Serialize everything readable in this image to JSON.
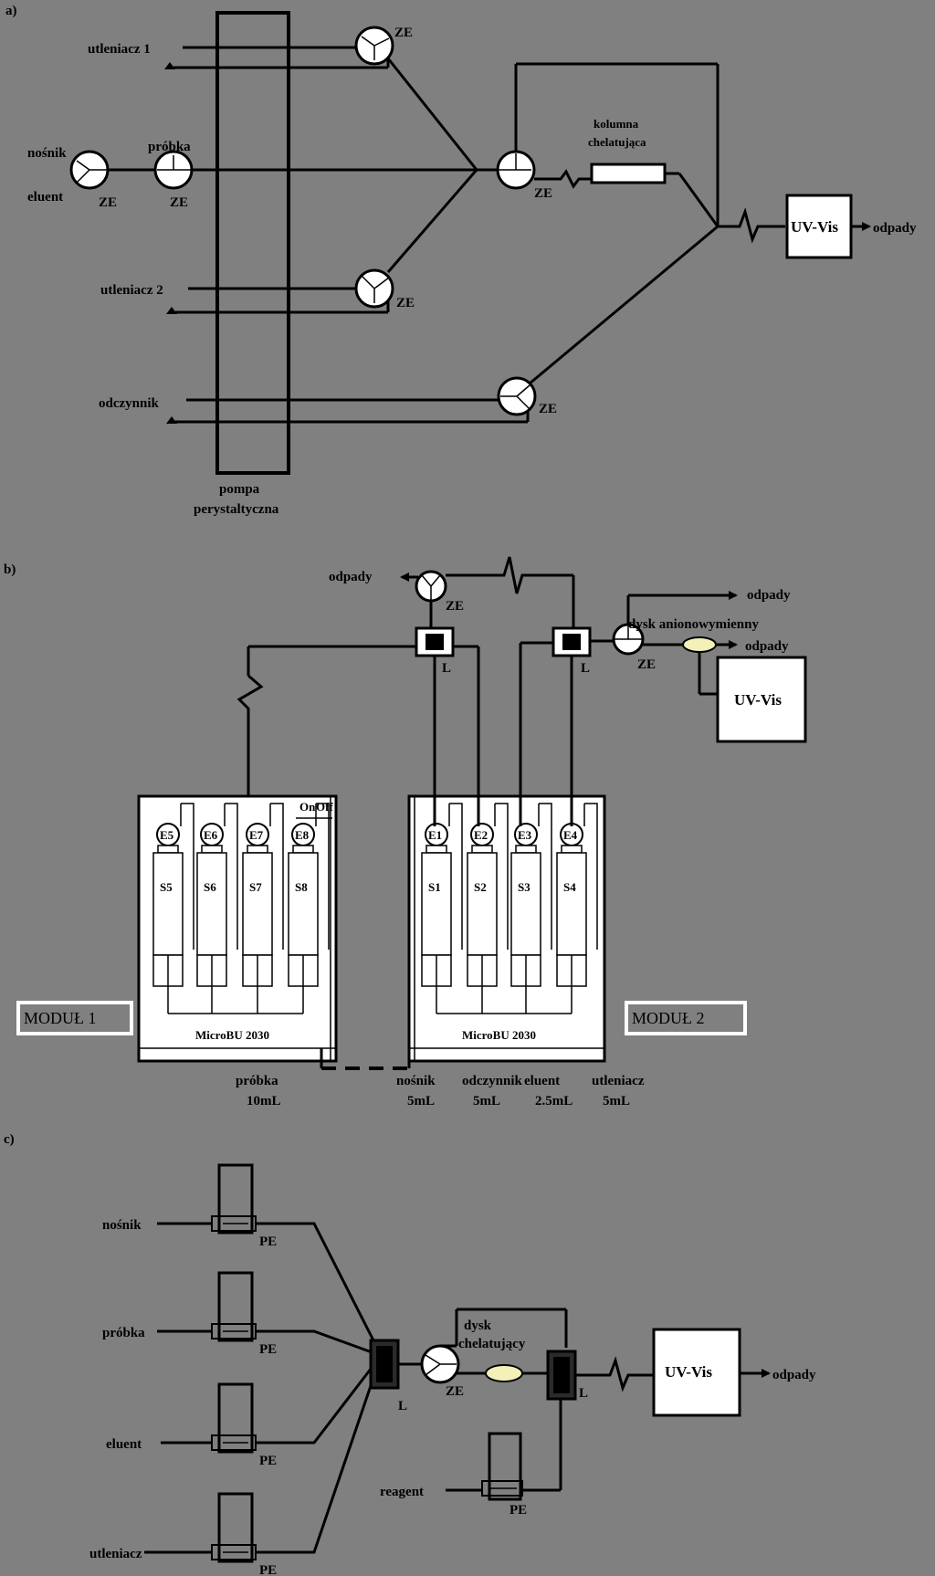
{
  "panel_a": {
    "tag": "a)",
    "utleniacz1": "utleniacz 1",
    "utleniacz2": "utleniacz 2",
    "nosnik": "nośnik",
    "eluent": "eluent",
    "probka": "próbka",
    "odczynnik": "odczynnik",
    "ze": "ZE",
    "kolumna_1": "kolumna",
    "kolumna_2": "chelatująca",
    "uvvis": "UV-Vis",
    "odpady": "odpady",
    "pompa_1": "pompa",
    "pompa_2": "perystaltyczna"
  },
  "panel_b": {
    "tag": "b)",
    "odpady_top": "odpady",
    "ze": "ZE",
    "l": "L",
    "odpady_1": "odpady",
    "dysk": "dysk anionowymienny",
    "odpady_2": "odpady",
    "uvvis": "UV-Vis",
    "on": "On",
    "off": "Off",
    "module1": {
      "valves": [
        "E5",
        "E6",
        "E7",
        "E8"
      ],
      "syringes": [
        "S5",
        "S6",
        "S7",
        "S8"
      ],
      "name": "MicroBU 2030",
      "tag": "MODUŁ 1"
    },
    "module2": {
      "valves": [
        "E1",
        "E2",
        "E3",
        "E4"
      ],
      "syringes": [
        "S1",
        "S2",
        "S3",
        "S4"
      ],
      "name": "MicroBU 2030",
      "tag": "MODUŁ 2"
    },
    "reagents": [
      {
        "name": "próbka",
        "vol": "10mL"
      },
      {
        "name": "nośnik",
        "vol": "5mL"
      },
      {
        "name": "odczynnik",
        "vol": "5mL"
      },
      {
        "name": "eluent",
        "vol": "2.5mL"
      },
      {
        "name": "utleniacz",
        "vol": "5mL"
      }
    ]
  },
  "panel_c": {
    "tag": "c)",
    "inputs": [
      "nośnik",
      "próbka",
      "eluent",
      "utleniacz"
    ],
    "pe": "PE",
    "l": "L",
    "ze": "ZE",
    "dysk_1": "dysk",
    "dysk_2": "chelatujący",
    "reagent": "reagent",
    "uvvis": "UV-Vis",
    "odpady": "odpady"
  }
}
